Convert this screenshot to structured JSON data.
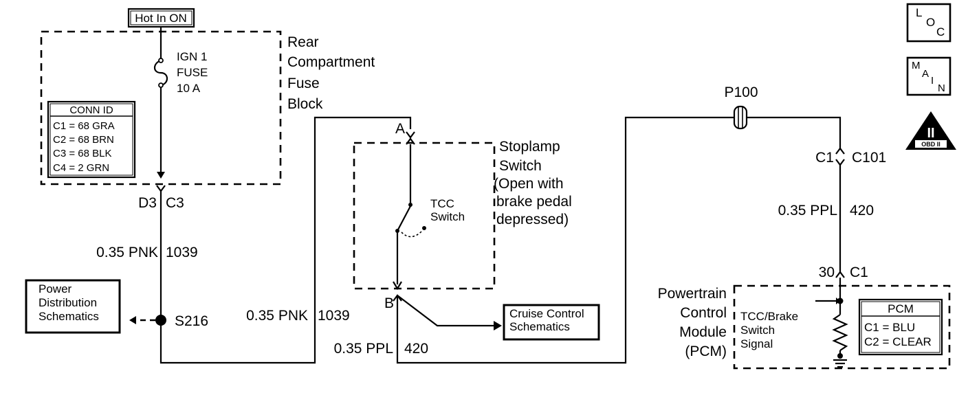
{
  "power": {
    "hot_label": "Hot In ON",
    "fuse_block_lines": [
      "Rear",
      "Compartment",
      "Fuse",
      "Block"
    ],
    "fuse_lines": [
      "IGN 1",
      "FUSE",
      "10 A"
    ],
    "conn_id": {
      "title": "CONN ID",
      "rows": [
        "C1 = 68 GRA",
        "C2 = 68 BRN",
        "C3 = 68 BLK",
        "C4 = 2 GRN"
      ]
    },
    "connector_left": "D3",
    "connector_right": "C3"
  },
  "circuits": {
    "pnk_1039_left": {
      "gauge": "0.35 PNK",
      "number": "1039"
    },
    "pnk_1039_bottom": {
      "gauge": "0.35 PNK",
      "number": "1039"
    },
    "ppl_420_bottom": {
      "gauge": "0.35 PPL",
      "number": "420"
    },
    "ppl_420_right": {
      "gauge": "0.35 PPL",
      "number": "420"
    }
  },
  "splice": {
    "label": "S216"
  },
  "power_distribution": {
    "lines": [
      "Power",
      "Distribution",
      "Schematics"
    ]
  },
  "stoplamp": {
    "terminal_a": "A",
    "terminal_b": "B",
    "lines": [
      "Stoplamp",
      "Switch",
      "(Open with",
      "brake pedal",
      "depressed)"
    ],
    "tcc_lines": [
      "TCC",
      "Switch"
    ]
  },
  "cruise_control": {
    "lines": [
      "Cruise Control",
      "Schematics"
    ]
  },
  "pass_through": {
    "label": "P100"
  },
  "connector_c101": {
    "left": "C1",
    "right": "C101"
  },
  "pcm_connector": {
    "left": "30",
    "right": "C1"
  },
  "pcm": {
    "name_lines": [
      "Powertrain",
      "Control",
      "Module",
      "(PCM)"
    ],
    "signal_lines": [
      "TCC/Brake",
      "Switch",
      "Signal"
    ],
    "legend_title": "PCM",
    "legend_rows": [
      "C1 = BLU",
      "C2 = CLEAR"
    ]
  },
  "icons": {
    "loc": [
      "L",
      "O",
      "C"
    ],
    "main": [
      "M",
      "A",
      "I",
      "N"
    ],
    "obd_numeral": "II",
    "obd_label": "OBD II"
  }
}
